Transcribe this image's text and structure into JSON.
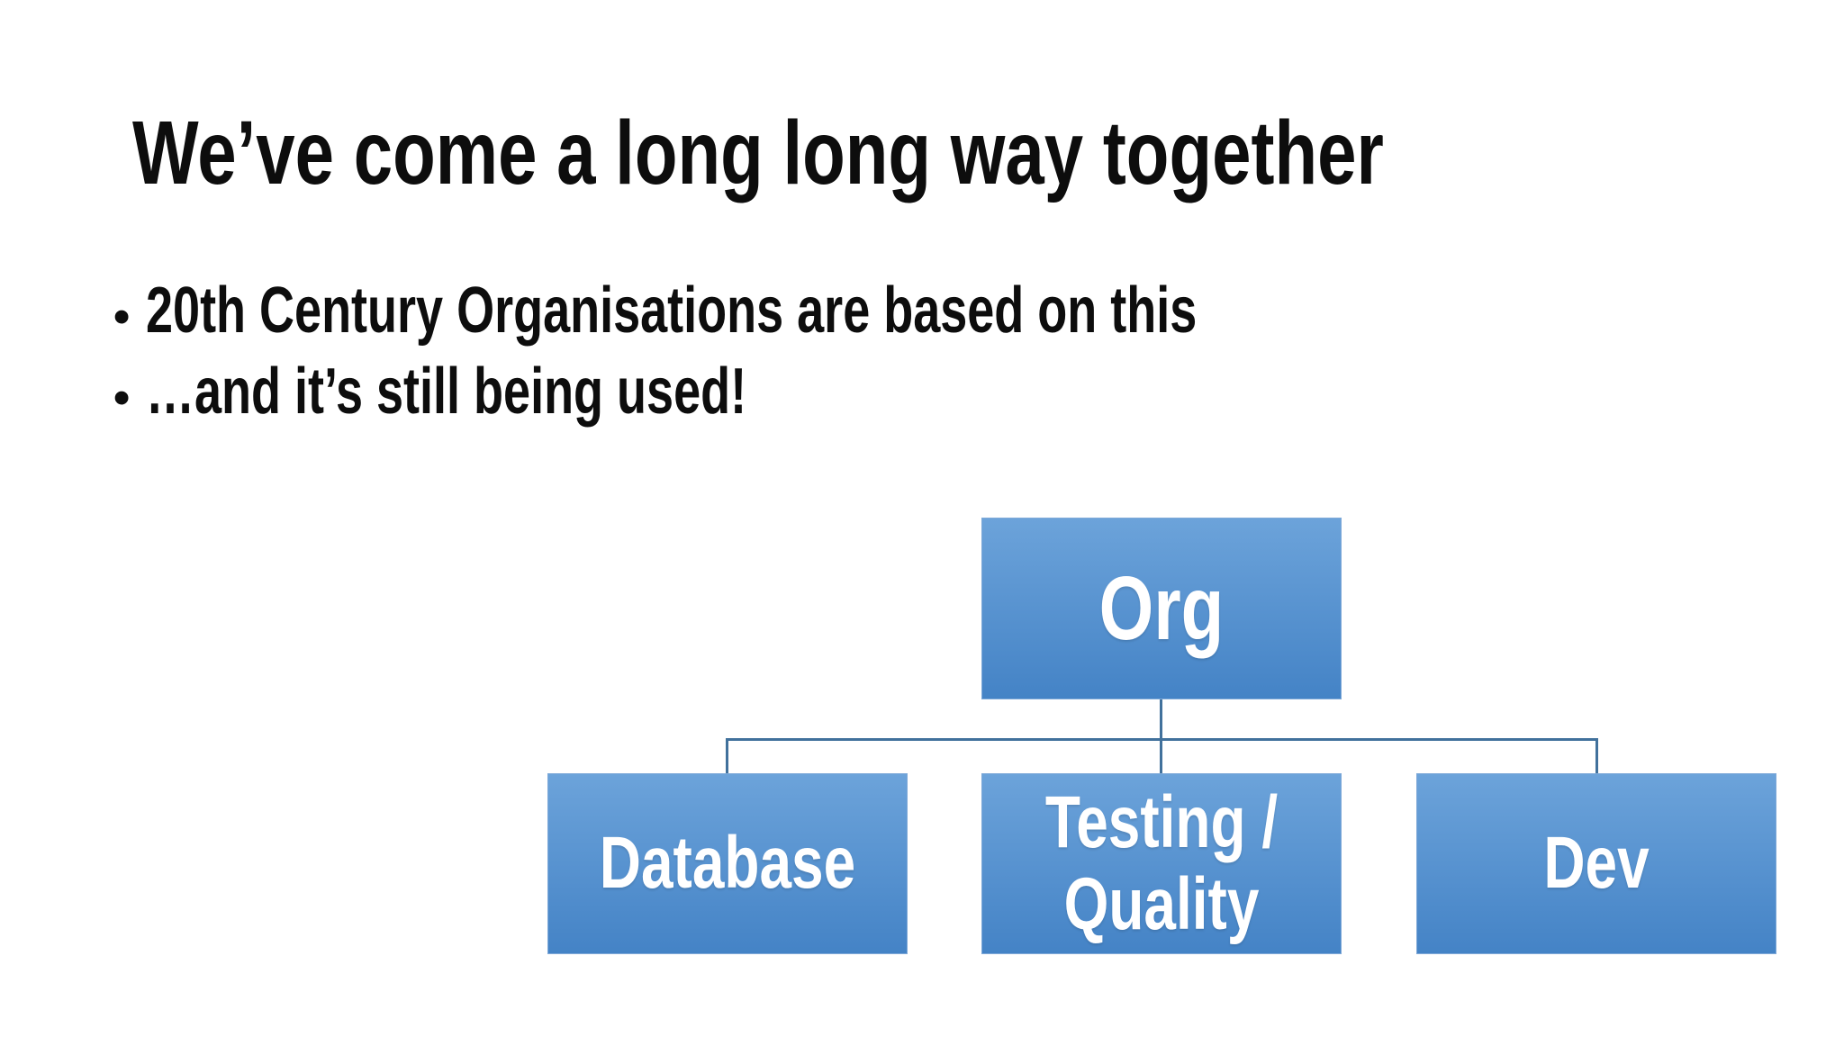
{
  "slide": {
    "title": "We’ve come a long long way together",
    "bullet_marker": "•",
    "bullets": [
      "20th Century Organisations are based on this",
      "…and it’s still being used!"
    ]
  },
  "org_chart": {
    "type": "hierarchy",
    "root": {
      "label": "Org"
    },
    "children": [
      {
        "label": "Database"
      },
      {
        "label": "Testing / Quality"
      },
      {
        "label": "Dev"
      }
    ]
  },
  "theme": {
    "background": "#ffffff",
    "text": "#0d0d0d",
    "box_text": "#ffffff",
    "box_gradient_top": "#6ca3da",
    "box_gradient_bottom": "#4483c6",
    "box_border": "#7fa9d8",
    "connector": "#41719c"
  }
}
